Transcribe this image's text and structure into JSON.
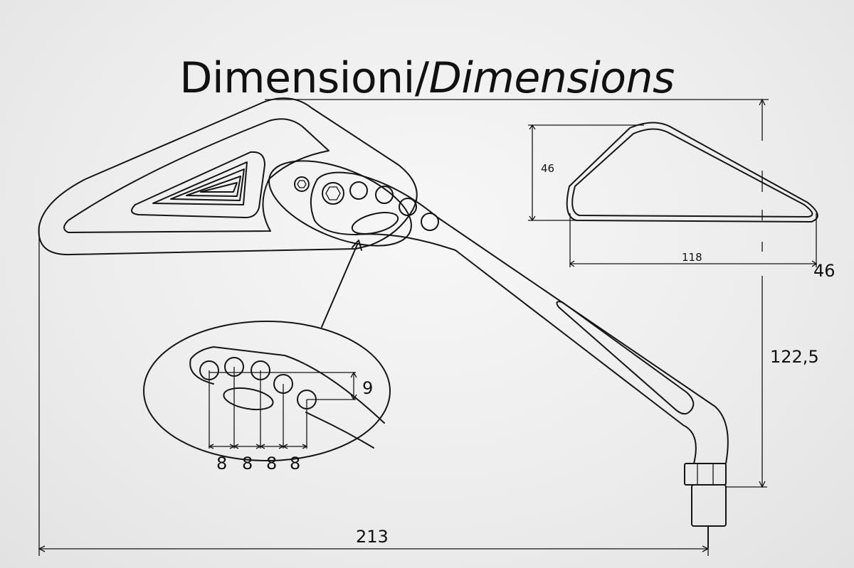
{
  "title": {
    "main": "Dimensioni/",
    "italic": "Dimensions"
  },
  "dimensions": {
    "total_length": "213",
    "total_height": "122,5",
    "glass_width": "118",
    "glass_height": "46",
    "glass_depth": "46",
    "hole_offset": "9",
    "hole_spacing": [
      "8",
      "8",
      "8",
      "8"
    ]
  }
}
